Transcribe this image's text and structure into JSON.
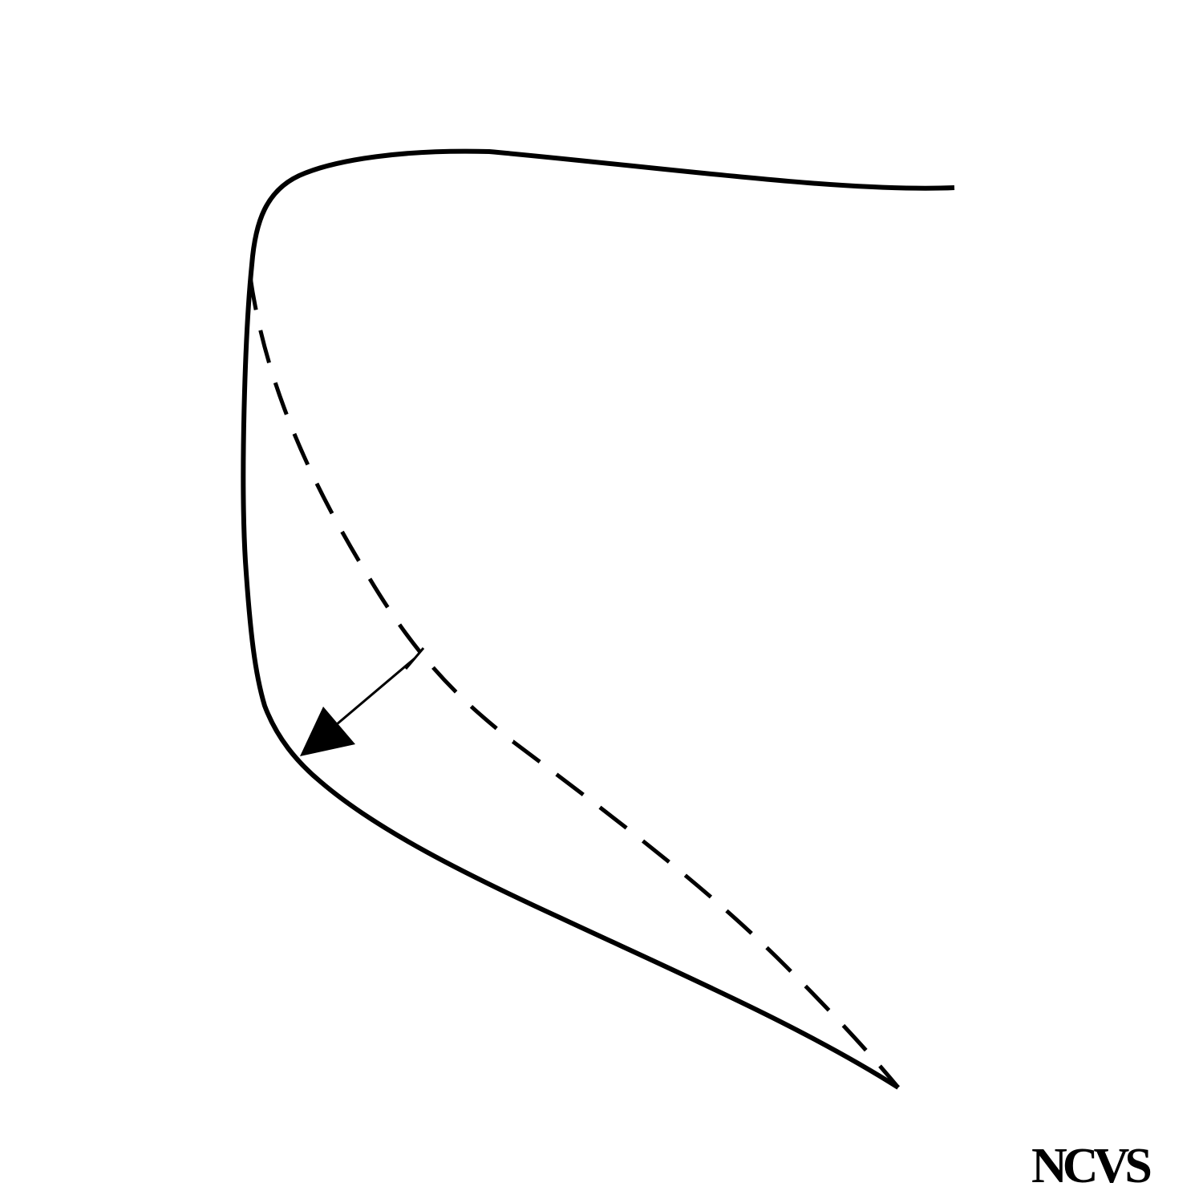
{
  "colors": {
    "line": "#000000",
    "background": "#ffffff"
  },
  "diagram": {
    "solid_curve": "solid-curve",
    "dashed_curve": "dashed-curve",
    "arrow": "arrow"
  },
  "watermark": {
    "text": "NCVS"
  }
}
